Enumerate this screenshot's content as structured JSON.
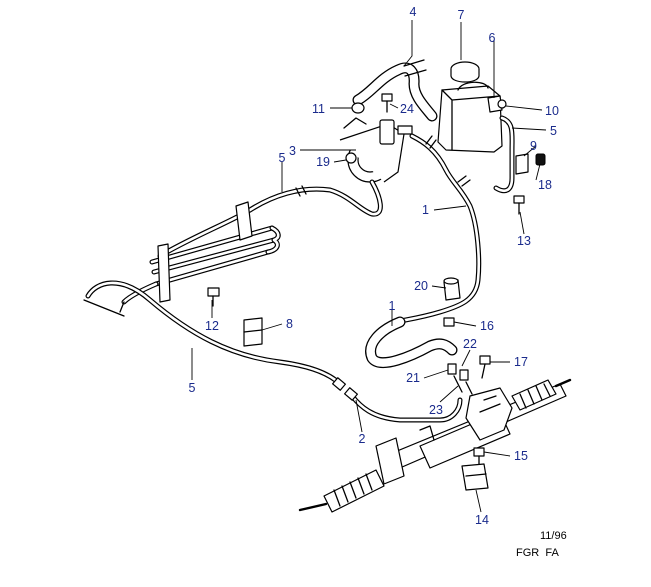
{
  "callouts": {
    "c1a": "1",
    "c1b": "1",
    "c2": "2",
    "c3": "3",
    "c4": "4",
    "c5a": "5",
    "c5b": "5",
    "c5c": "5",
    "c6": "6",
    "c7": "7",
    "c8": "8",
    "c9": "9",
    "c10": "10",
    "c11": "11",
    "c12": "12",
    "c13": "13",
    "c14": "14",
    "c15": "15",
    "c16": "16",
    "c17": "17",
    "c18": "18",
    "c19": "19",
    "c20": "20",
    "c21": "21",
    "c22": "22",
    "c23": "23",
    "c24": "24"
  },
  "footer": {
    "date": "11/96",
    "codes": "FGR  FA"
  },
  "colors": {
    "callout": "#1a2b8c",
    "line": "#000000"
  }
}
